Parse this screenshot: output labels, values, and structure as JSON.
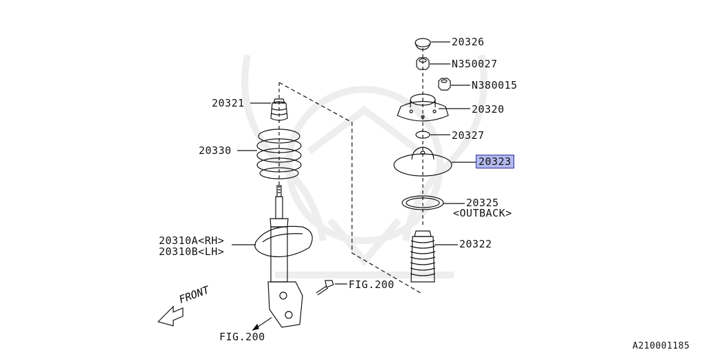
{
  "diagram_id": "A210001185",
  "direction_label": "FRONT",
  "callouts": {
    "p20326": "20326",
    "n350027": "N350027",
    "n380015": "N380015",
    "p20321": "20321",
    "p20320": "20320",
    "p20327": "20327",
    "p20330": "20330",
    "p20323": "20323",
    "p20325": "20325",
    "outback": "<OUTBACK>",
    "p20322": "20322",
    "rh": "20310A<RH>",
    "lh": "20310B<LH>",
    "fig_bolt": "FIG.200",
    "fig_bottom": "FIG.200"
  },
  "highlight_color": "#b3b8ee"
}
